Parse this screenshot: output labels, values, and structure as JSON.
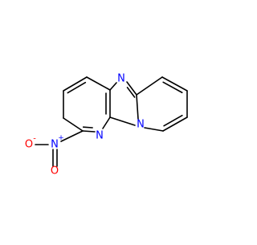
{
  "molecule": {
    "atoms": [
      {
        "id": "n_imine",
        "label": "N",
        "color": "#0000ff"
      },
      {
        "id": "n_bridge",
        "label": "N",
        "color": "#0000ff"
      },
      {
        "id": "n_pyridine",
        "label": "N",
        "color": "#0000ff"
      },
      {
        "id": "n_nitro",
        "label": "N",
        "charge": "+",
        "color": "#0000ff"
      },
      {
        "id": "o_left",
        "label": "O",
        "charge": "-",
        "color": "#ff0000"
      },
      {
        "id": "o_bottom",
        "label": "O",
        "color": "#ff0000"
      }
    ],
    "bond_color": "#000000"
  }
}
